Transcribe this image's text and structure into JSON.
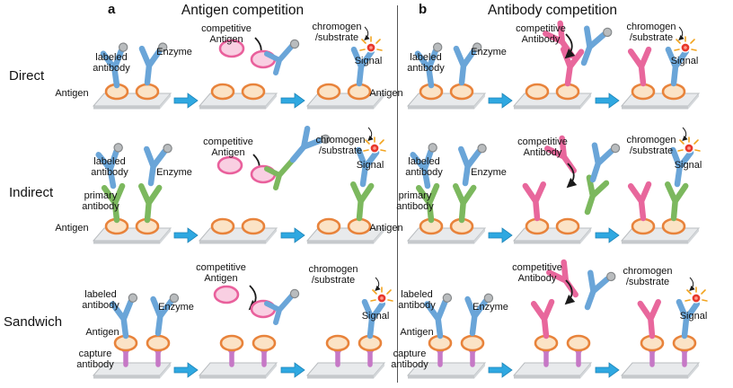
{
  "figure": {
    "panels": [
      {
        "letter": "a",
        "title": "Antigen competition"
      },
      {
        "letter": "b",
        "title": "Antibody competition"
      }
    ],
    "rows": [
      {
        "label": "Direct"
      },
      {
        "label": "Indirect"
      },
      {
        "label": "Sandwich"
      }
    ]
  },
  "labels": {
    "labeled_antibody": "labeled\nantibody",
    "enzyme": "Enzyme",
    "antigen": "Antigen",
    "primary_antibody": "primary\nantibody",
    "capture_antibody": "capture\nantibody",
    "competitive_antigen": "competitive\nAntigen",
    "competitive_antibody": "competitive\nAntibody",
    "chromogen_substrate": "chromogen\n/substrate",
    "signal": "Signal"
  },
  "colors": {
    "antibody_blue": "#6aa5d8",
    "antibody_green": "#7cb85e",
    "antibody_purple": "#c678c6",
    "antibody_pink": "#e8679c",
    "antigen_fill": "#fbe3c6",
    "antigen_stroke": "#e8833b",
    "competitive_antigen_fill": "#f9cfe2",
    "competitive_antigen_stroke": "#e9609c",
    "enzyme_gray": "#b9bcbe",
    "signal_red": "#e8372b",
    "burst_orange": "#f2a41f",
    "arrow_blue": "#2fa8e1",
    "plate_gray": "#e8eaec"
  }
}
